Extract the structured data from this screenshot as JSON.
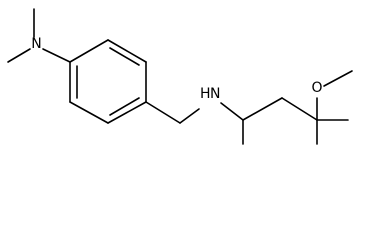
{
  "molecule": {
    "atoms": {
      "n_dimethylamino": "N",
      "n_amine": "H",
      "n_amine_letter": "N",
      "o_ether": "O"
    }
  },
  "colors": {
    "bond": "#000000",
    "label": "#000000",
    "background": "#ffffff"
  }
}
